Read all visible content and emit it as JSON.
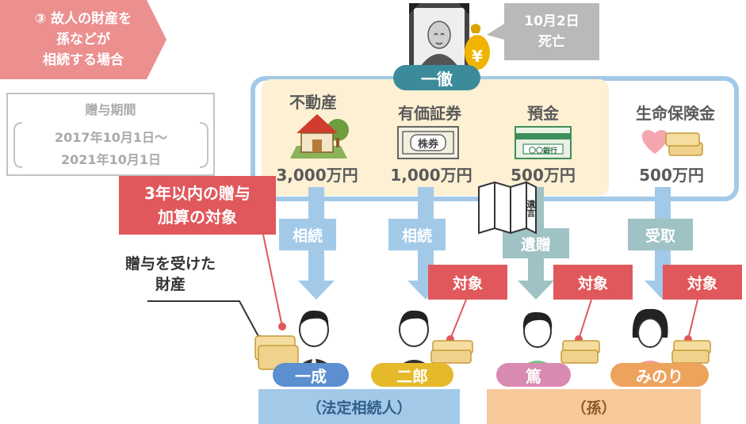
{
  "case_banner": "③ 故人の財産を\n孫などが\n相続する場合",
  "gift_period": {
    "title": "贈与期間",
    "start": "2017年10月1日〜",
    "end": "2021年10月1日"
  },
  "deceased": {
    "name": "一徹",
    "death_note": "10月2日\n死亡",
    "coin_symbol": "¥"
  },
  "assets": [
    {
      "label": "不動産",
      "value": "3,000万円",
      "icon": "house-icon"
    },
    {
      "label": "有価証券",
      "value": "1,000万円",
      "icon": "stock-certificate-icon",
      "icon_text": "株券"
    },
    {
      "label": "預金",
      "value": "500万円",
      "icon": "bankbook-icon",
      "icon_text": "〇〇銀行"
    },
    {
      "label": "生命保険金",
      "value": "500万円",
      "icon": "heart-money-icon"
    }
  ],
  "flows": [
    "相続",
    "相続",
    "遺贈",
    "受取"
  ],
  "will_text": "遺言",
  "callout": "3年以内の贈与\n加算の対象",
  "gift_property_label": "贈与を受けた\n財産",
  "target_label": "対象",
  "heirs": [
    {
      "name": "一成",
      "color": "#5b8fd0"
    },
    {
      "name": "二郎",
      "color": "#e5b92a"
    },
    {
      "name": "篤",
      "color": "#d98ab0"
    },
    {
      "name": "みのり",
      "color": "#eea35d"
    }
  ],
  "groups": {
    "legal_heirs": "（法定相続人）",
    "grandchildren": "（孫）"
  },
  "colors": {
    "frame": "#a3c9e8",
    "red": "#e0585c",
    "flow_blue": "#a3c9e8",
    "flow_teal": "#9fc2c4"
  }
}
